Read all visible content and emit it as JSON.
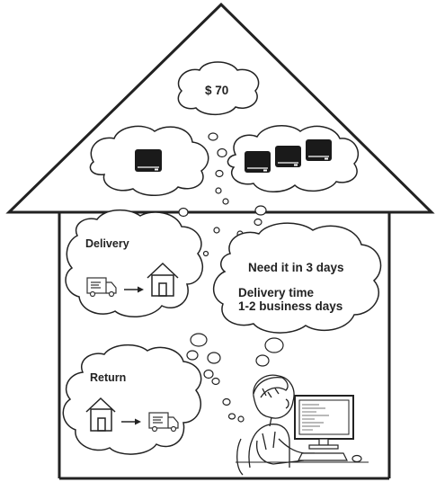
{
  "price_cloud": {
    "price": "$ 70"
  },
  "delivery_cloud": {
    "title": "Delivery",
    "truck_icon": "delivery-truck-icon",
    "house_icon": "house-icon"
  },
  "needs_cloud": {
    "need_text": "Need it in 3 days",
    "delivery_time_line1": "Delivery time",
    "delivery_time_line2": "1-2 business days"
  },
  "return_cloud": {
    "title": "Return",
    "house_icon": "house-icon",
    "truck_icon": "delivery-truck-icon"
  },
  "drives": {
    "single_count": 1,
    "group_count": 3,
    "icon": "hard-drive-icon"
  },
  "colors": {
    "stroke": "#222222",
    "drive_fill": "#1a1a1a",
    "background": "#ffffff"
  }
}
